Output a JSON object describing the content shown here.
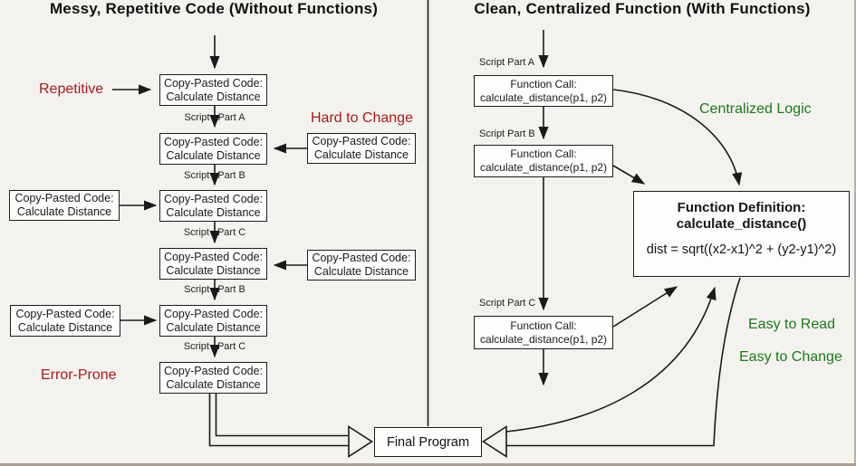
{
  "left_panel": {
    "title": "Messy, Repetitive Code (Without Functions)",
    "copy_box": {
      "line1": "Copy-Pasted Code:",
      "line2": "Calculate Distance"
    },
    "annotations": {
      "repetitive": "Repetitive",
      "hard_to_change": "Hard to Change",
      "error_prone": "Error-Prone"
    },
    "steps": [
      {
        "l": "Script",
        "r": "Part A"
      },
      {
        "l": "Script",
        "r": "Part B"
      },
      {
        "l": "Script",
        "r": "Part C"
      },
      {
        "l": "Script",
        "r": "Part B"
      },
      {
        "l": "Script",
        "r": "Part C"
      }
    ]
  },
  "right_panel": {
    "title": "Clean, Centralized Function (With Functions)",
    "function_call": {
      "line1": "Function Call:",
      "line2": "calculate_distance(p1, p2)"
    },
    "steps": [
      "Script Part A",
      "Script Part B",
      "Script Part C"
    ],
    "function_definition": {
      "line1": "Function Definition:",
      "line2": "calculate_distance()",
      "formula": "dist = sqrt((x2-x1)^2 + (y2-y1)^2)"
    },
    "annotations": {
      "centralized_logic": "Centralized Logic",
      "easy_to_read": "Easy to Read",
      "easy_to_change": "Easy to Change"
    }
  },
  "final_program": {
    "label": "Final Program"
  },
  "colors": {
    "annotation_red": "#a81a16",
    "annotation_green": "#1a7a1a",
    "line": "#1a1a1a",
    "background": "#f4f2ef",
    "box_fill": "#fdfdfc"
  }
}
